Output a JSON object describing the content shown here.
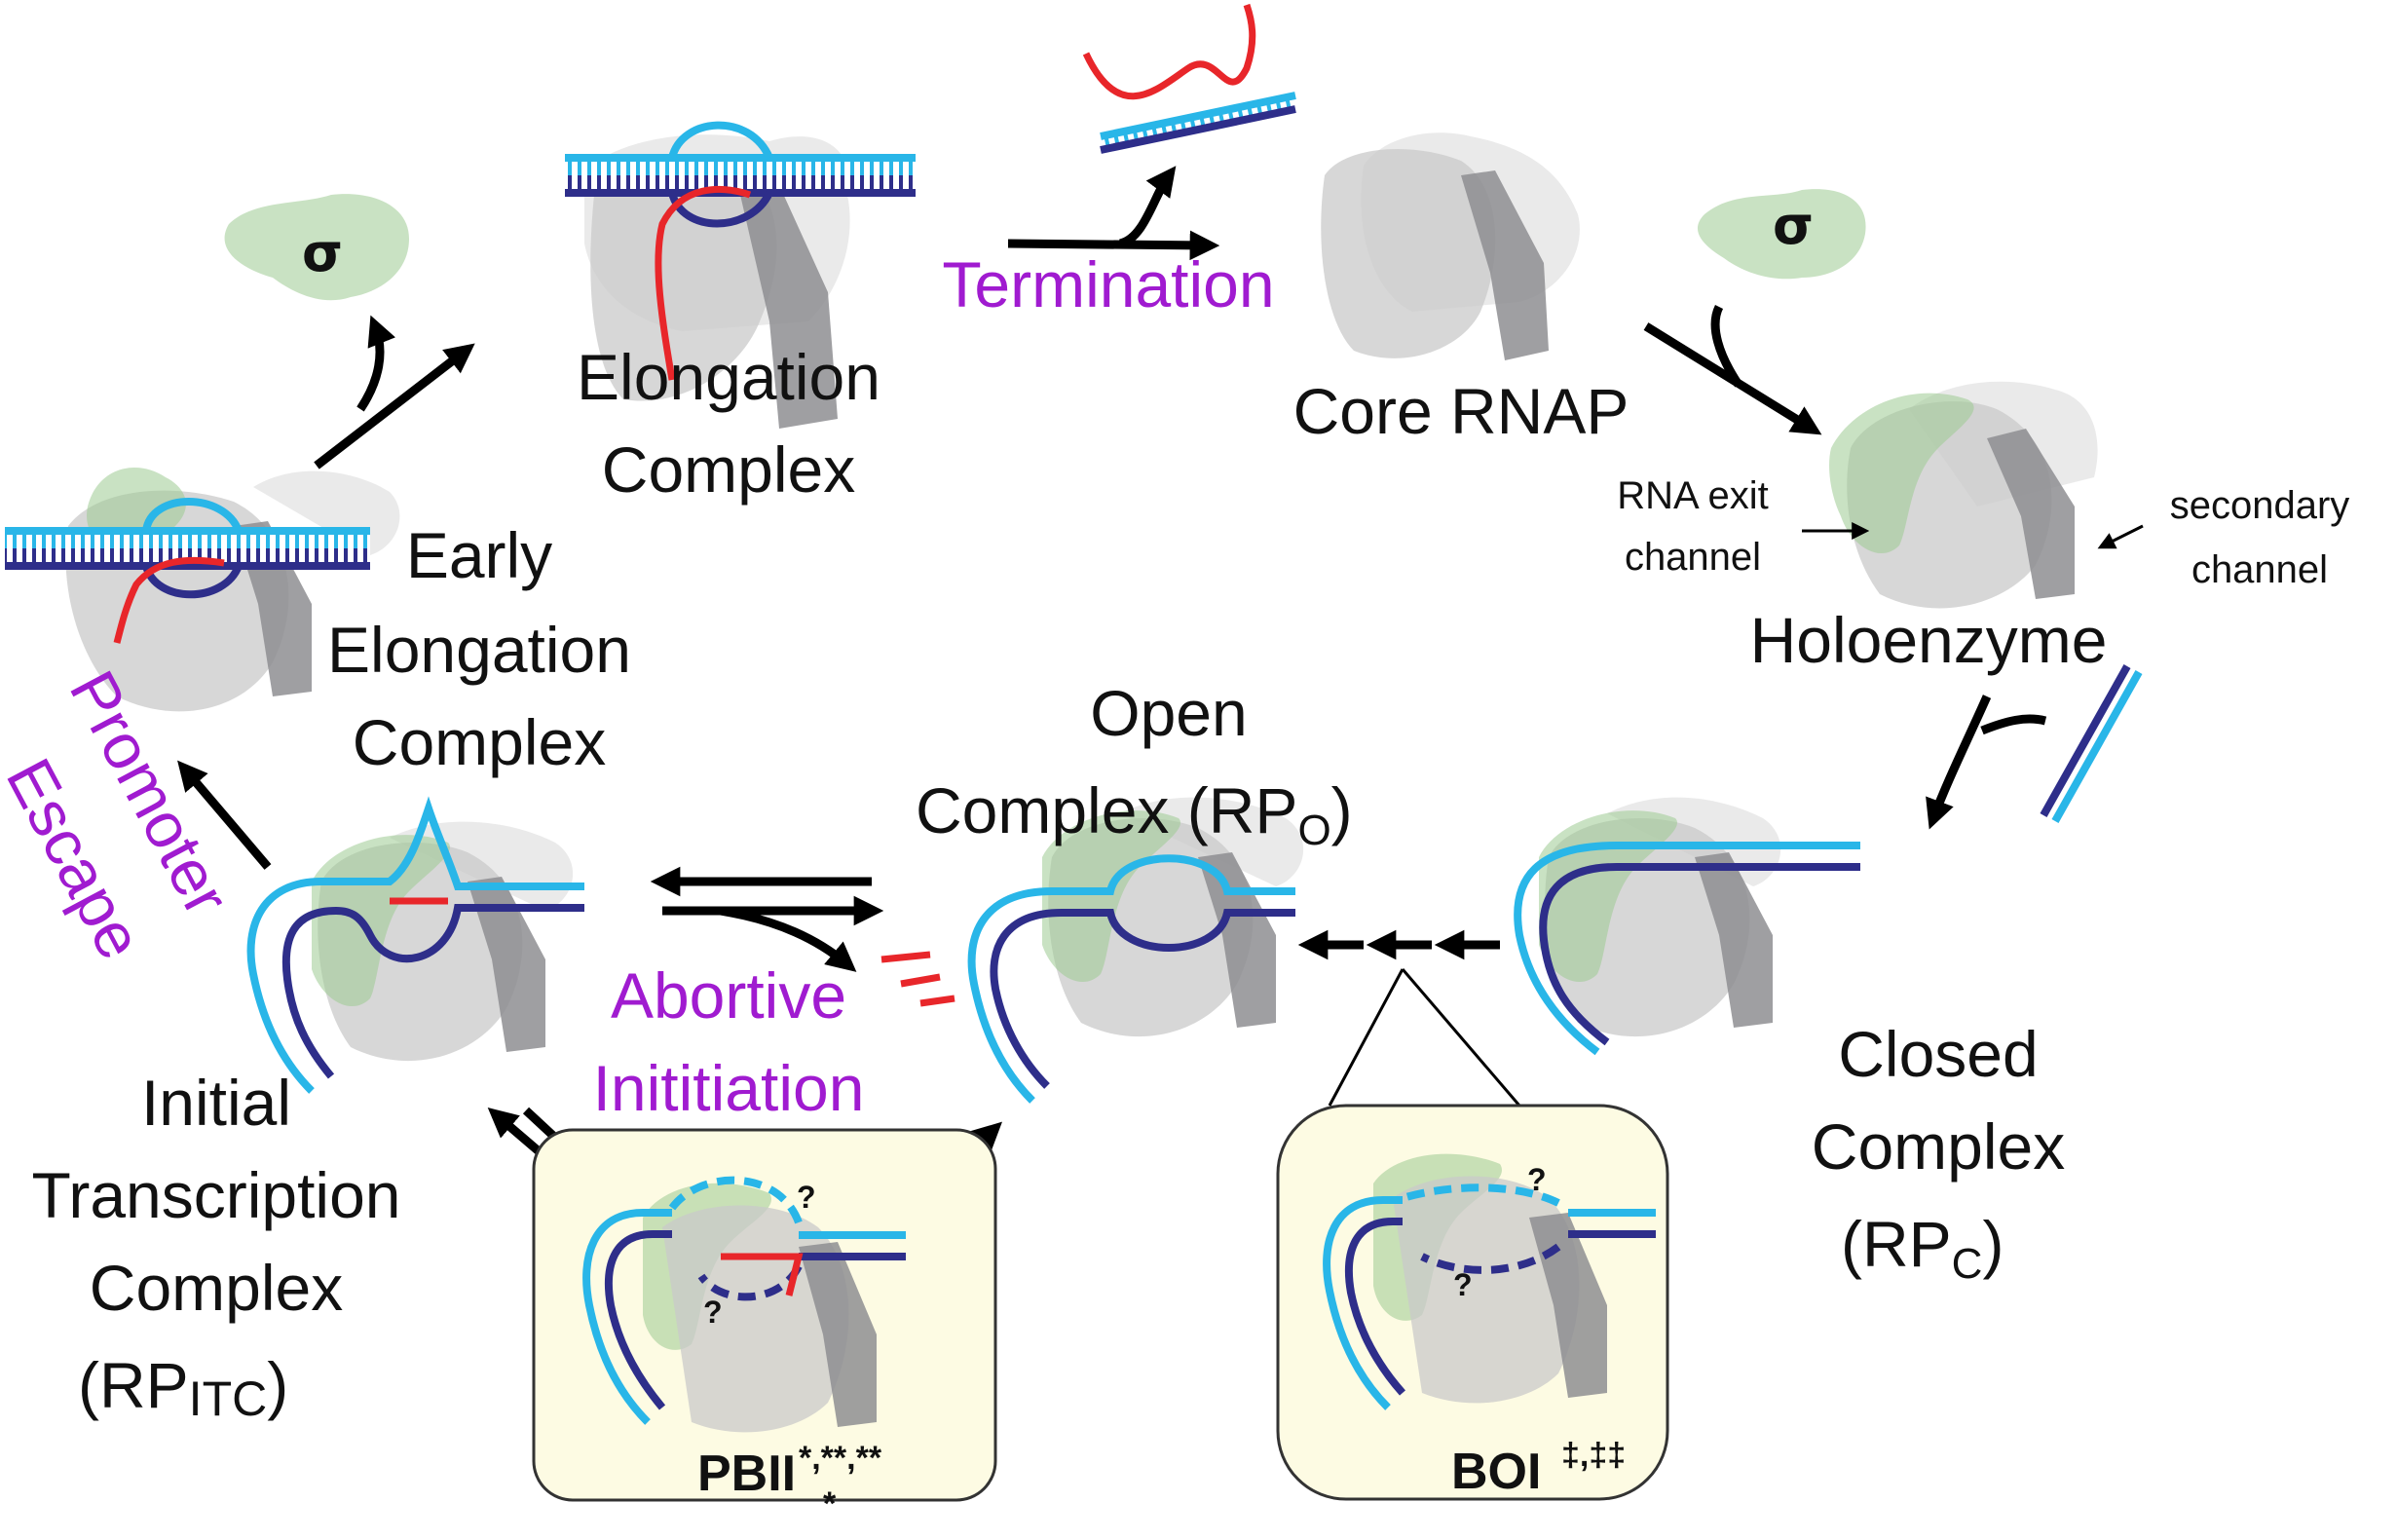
{
  "labels": {
    "elongation_l1": "Elongation",
    "elongation_l2": "Complex",
    "termination": "Termination",
    "core_rnap": "Core RNAP",
    "rna_exit_l1": "RNA exit",
    "rna_exit_l2": "channel",
    "secondary_l1": "secondary",
    "secondary_l2": "channel",
    "holoenzyme": "Holoenzyme",
    "early_l1": "Early",
    "early_l2": "Elongation",
    "early_l3": "Complex",
    "promoter": "Promoter",
    "escape": "Escape",
    "open_l1": "Open",
    "open_l2": "Complex (RP",
    "open_sub": "O",
    "open_close": ")",
    "abortive_l1": "Abortive",
    "abortive_l2": "Inititiation",
    "initial_l1": "Initial",
    "initial_l2": "Transcription",
    "initial_l3": "Complex",
    "initial_l4": "(RP",
    "initial_sub": "ITC",
    "initial_close": ")",
    "closed_l1": "Closed",
    "closed_l2": "Complex",
    "closed_l3": "(RP",
    "closed_sub": "C",
    "closed_close": ")",
    "sigma_symbol": "σ",
    "question_mark": "?",
    "pbii": "PBII",
    "pbii_sup": "*,**,**",
    "pbii_sup2": "*",
    "boi": "BOI",
    "boi_sup": "‡,‡‡"
  },
  "colors": {
    "text": "#111111",
    "process_purple": "#a01bd0",
    "dna_light": "#29b6e8",
    "dna_dark": "#2e2e8a",
    "rna": "#e8262a",
    "sigma_green": "#9ccb92",
    "rnap_gray": "#c9c9c9",
    "inset_box": "#fdfbe3"
  }
}
